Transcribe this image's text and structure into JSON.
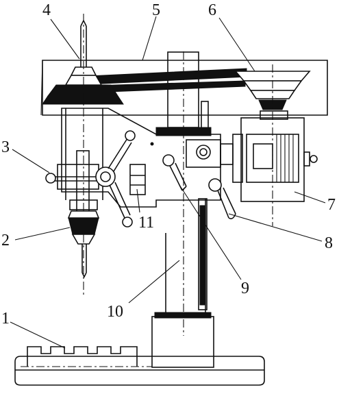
{
  "labels": [
    {
      "id": "base",
      "text": "1"
    },
    {
      "id": "chuck",
      "text": "2"
    },
    {
      "id": "feed-handle",
      "text": "3"
    },
    {
      "id": "spindle-pulley",
      "text": "4"
    },
    {
      "id": "belt-guard",
      "text": "5"
    },
    {
      "id": "motor-pulley",
      "text": "6"
    },
    {
      "id": "motor",
      "text": "7"
    },
    {
      "id": "clamp-lever",
      "text": "8"
    },
    {
      "id": "lift-handle",
      "text": "9"
    },
    {
      "id": "column",
      "text": "10"
    },
    {
      "id": "depth-stop",
      "text": "11"
    }
  ]
}
